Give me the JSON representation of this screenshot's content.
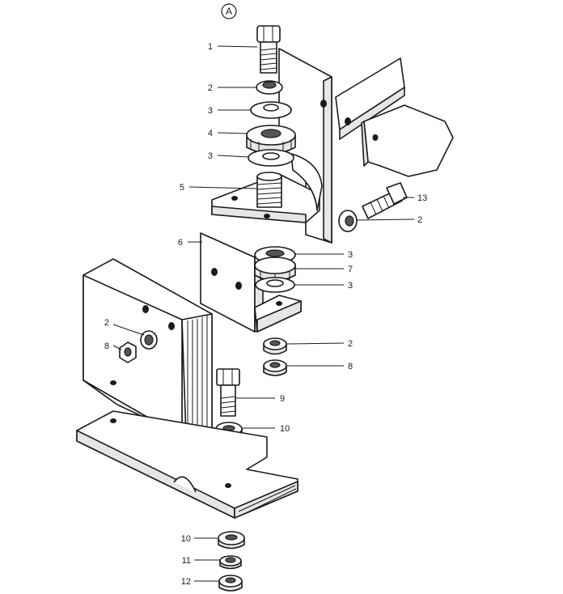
{
  "view_marker": "A",
  "callouts": [
    {
      "id": "c1",
      "text": "1"
    },
    {
      "id": "c2a",
      "text": "2"
    },
    {
      "id": "c3a",
      "text": "3"
    },
    {
      "id": "c4",
      "text": "4"
    },
    {
      "id": "c3b",
      "text": "3"
    },
    {
      "id": "c5",
      "text": "5"
    },
    {
      "id": "c13",
      "text": "13"
    },
    {
      "id": "c2b",
      "text": "2"
    },
    {
      "id": "c6",
      "text": "6"
    },
    {
      "id": "c3c",
      "text": "3"
    },
    {
      "id": "c7",
      "text": "7"
    },
    {
      "id": "c3d",
      "text": "3"
    },
    {
      "id": "c2c",
      "text": "2"
    },
    {
      "id": "c8a",
      "text": "8"
    },
    {
      "id": "c2d",
      "text": "2"
    },
    {
      "id": "c8b",
      "text": "8"
    },
    {
      "id": "c9",
      "text": "9"
    },
    {
      "id": "c10a",
      "text": "10"
    },
    {
      "id": "c10b",
      "text": "10"
    },
    {
      "id": "c11",
      "text": "11"
    },
    {
      "id": "c12",
      "text": "12"
    }
  ]
}
